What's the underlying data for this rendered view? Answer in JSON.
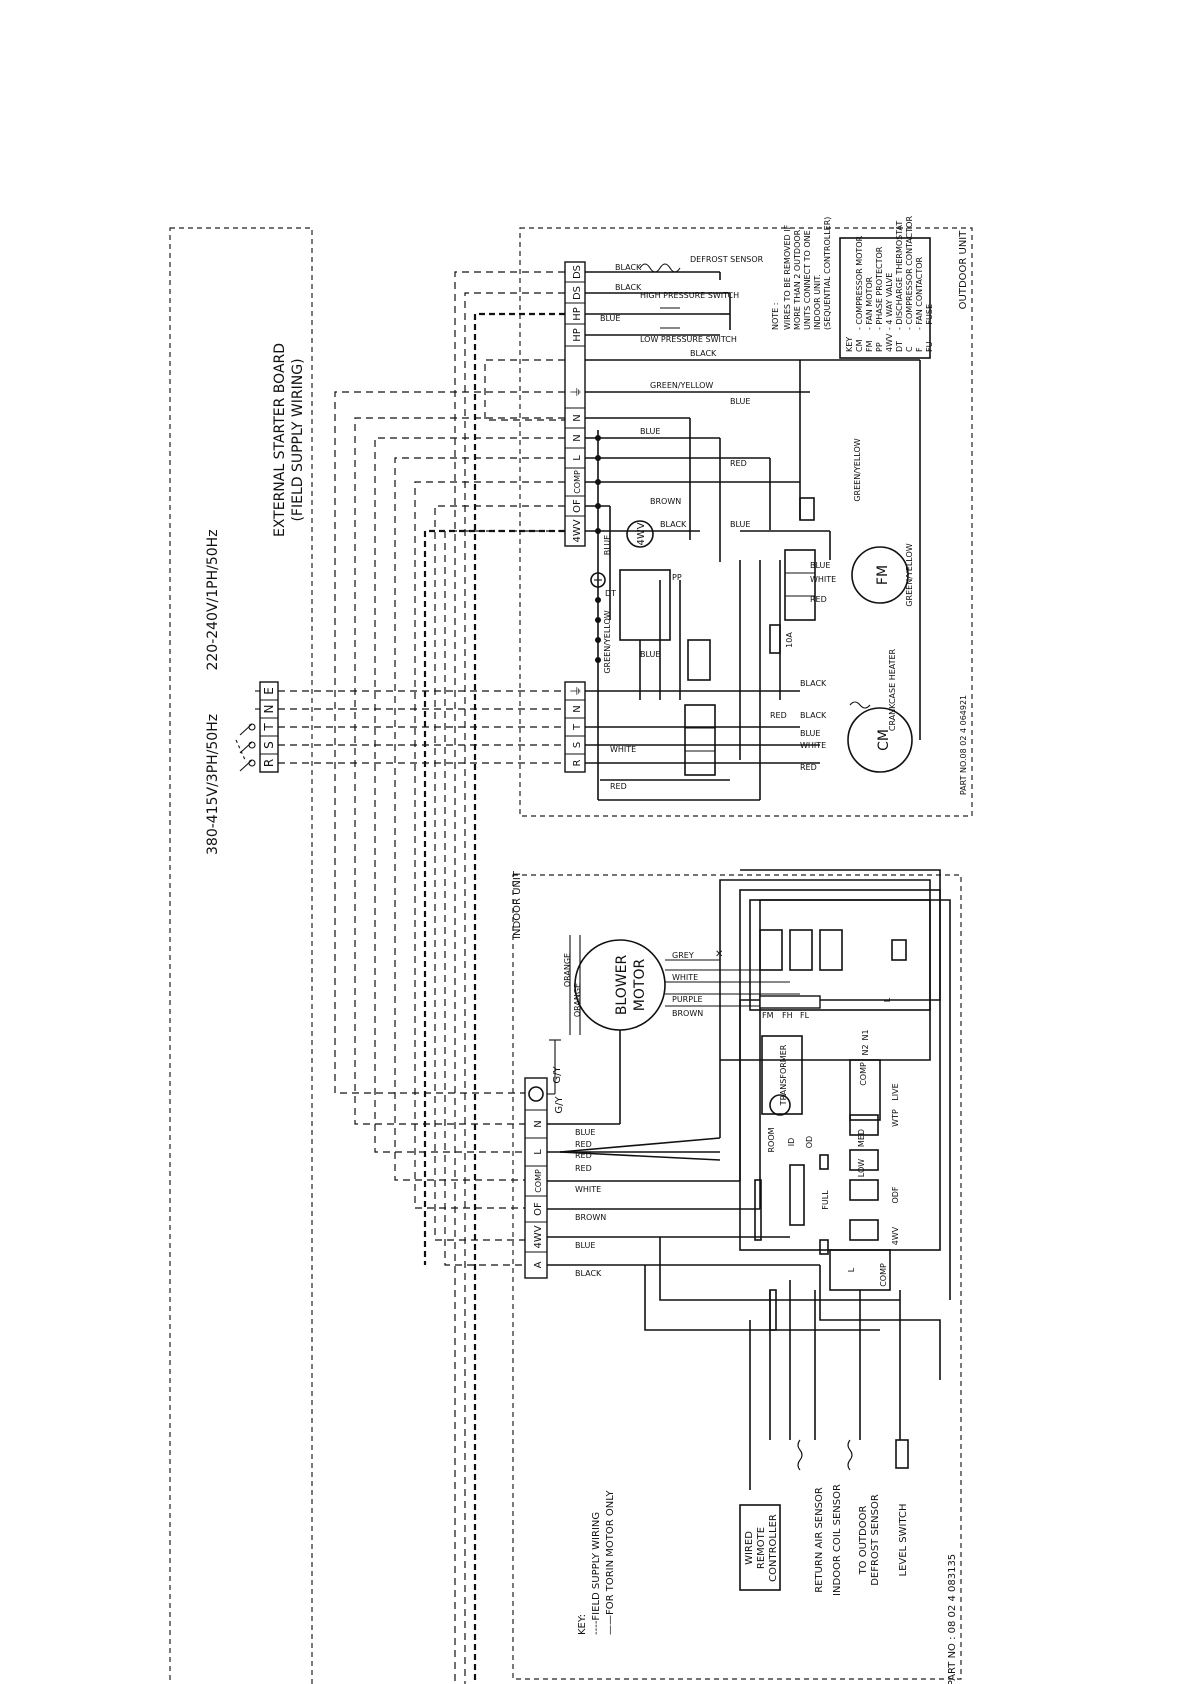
{
  "board": {
    "title": "EXTERNAL STARTER BOARD",
    "subtitle": "(FIELD SUPPLY WIRING)",
    "supply_3ph": "380-415V/3PH/50Hz",
    "supply_1ph": "220-240V/1PH/50Hz",
    "terminals": [
      "R",
      "S",
      "T",
      "N",
      "E"
    ]
  },
  "outdoor": {
    "label": "OUTDOOR UNIT",
    "part_no": "PART NO.08 02 4 064921",
    "top_terminals": [
      "DS",
      "DS",
      "HP",
      "HP",
      "⏚",
      "N",
      "N",
      "L",
      "COMP",
      "OF",
      "4WV"
    ],
    "left_terminals": [
      "⏚",
      "N",
      "T",
      "S",
      "R"
    ],
    "components": {
      "defrost_sensor": "DEFROST SENSOR",
      "high_pressure": "HIGH PRESSURE SWITCH",
      "low_pressure": "LOW PRESSURE SWITCH",
      "cm": "CM",
      "fm": "FM",
      "crankcase": "CRANKCASE HEATER",
      "fuse": "10A",
      "fourwv": "4WV",
      "pp": "PP",
      "dt": "DT"
    },
    "wires": [
      "BLACK",
      "BLUE",
      "GREEN/YELLOW",
      "RED",
      "BROWN",
      "WHITE"
    ],
    "note": {
      "title": "NOTE :",
      "lines": [
        "WIRES TO BE REMOVED IF",
        "MORE THAN 2 OUTDOOR",
        "UNITS CONNECT TO ONE",
        "INDOOR UNIT.",
        "(SEQUENTIAL CONTROLLER)"
      ]
    },
    "key": {
      "title": "KEY",
      "items": [
        {
          "code": "CM",
          "desc": "- COMPRESSOR MOTOR"
        },
        {
          "code": "FM",
          "desc": "- FAN MOTOR"
        },
        {
          "code": "PP",
          "desc": "- PHASE PROTECTOR"
        },
        {
          "code": "4WV",
          "desc": "- 4 WAY VALVE"
        },
        {
          "code": "DT",
          "desc": "- DISCHARGE THERMOSTAT"
        },
        {
          "code": "C",
          "desc": "- COMPRESSOR CONTACTOR"
        },
        {
          "code": "F",
          "desc": "- FAN CONTACTOR"
        },
        {
          "code": "FU",
          "desc": "- FUSE"
        }
      ]
    }
  },
  "indoor": {
    "label": "INDOOR UNIT",
    "part_no": "PART NO : 08 02 4 083135",
    "terminals": [
      "G/Y",
      "N",
      "L",
      "COMP",
      "OF",
      "4WV",
      "A"
    ],
    "wires": [
      "BLUE",
      "RED",
      "RED",
      "RED",
      "WHITE",
      "BROWN",
      "BLUE",
      "BLACK"
    ],
    "blower": {
      "l1": "BLOWER",
      "l2": "MOTOR"
    },
    "motor_wires": [
      "ORANGE",
      "ORANGE",
      "GREY",
      "WHITE",
      "PURPLE",
      "BROWN"
    ],
    "fan_terms": [
      "FM",
      "FH",
      "FL"
    ],
    "pcb_labels": [
      "TRANSFORMER",
      "COMP",
      "LIVE",
      "WTP",
      "L",
      "N1",
      "N2",
      "ROOM",
      "ID",
      "OD",
      "LOW",
      "MED",
      "FULL",
      "ODF",
      "4WV",
      "COMP",
      "L"
    ],
    "gy": "G/Y",
    "bottom": [
      "WIRED",
      "REMOTE",
      "CONTROLLER",
      "RETURN AIR SENSOR",
      "INDOOR COIL SENSOR",
      "TO OUTDOOR",
      "DEFROST SENSOR",
      "LEVEL SWITCH"
    ],
    "key": {
      "title": "KEY:",
      "l1": "----FIELD SUPPLY WIRING",
      "l2": "——FOR TORIN MOTOR ONLY"
    }
  }
}
